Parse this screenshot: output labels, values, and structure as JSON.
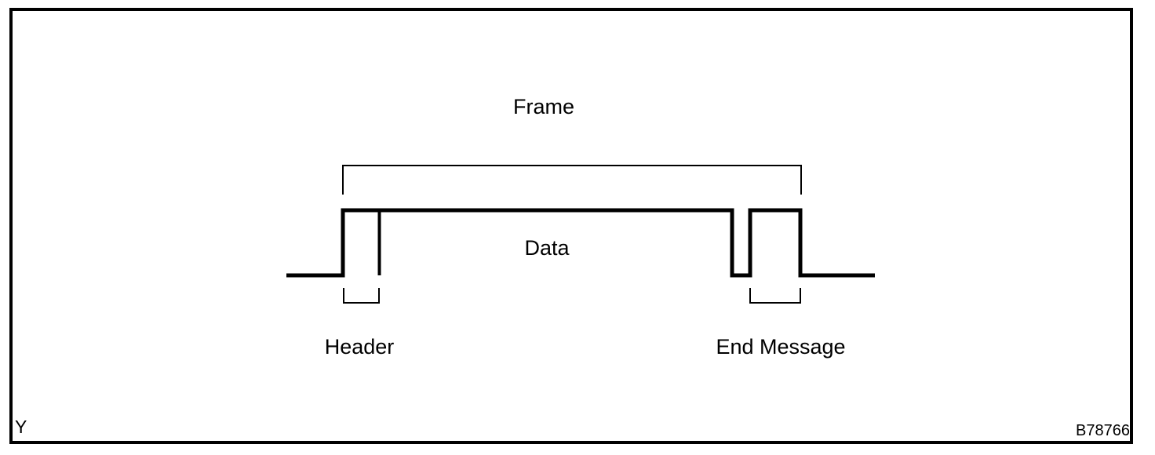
{
  "figure": {
    "labels": {
      "frame": "Frame",
      "data": "Data",
      "header": "Header",
      "end_message": "End Message"
    },
    "corner_mark": "Y",
    "figure_code": "B78766",
    "colors": {
      "line": "#000000",
      "background": "#ffffff"
    }
  }
}
